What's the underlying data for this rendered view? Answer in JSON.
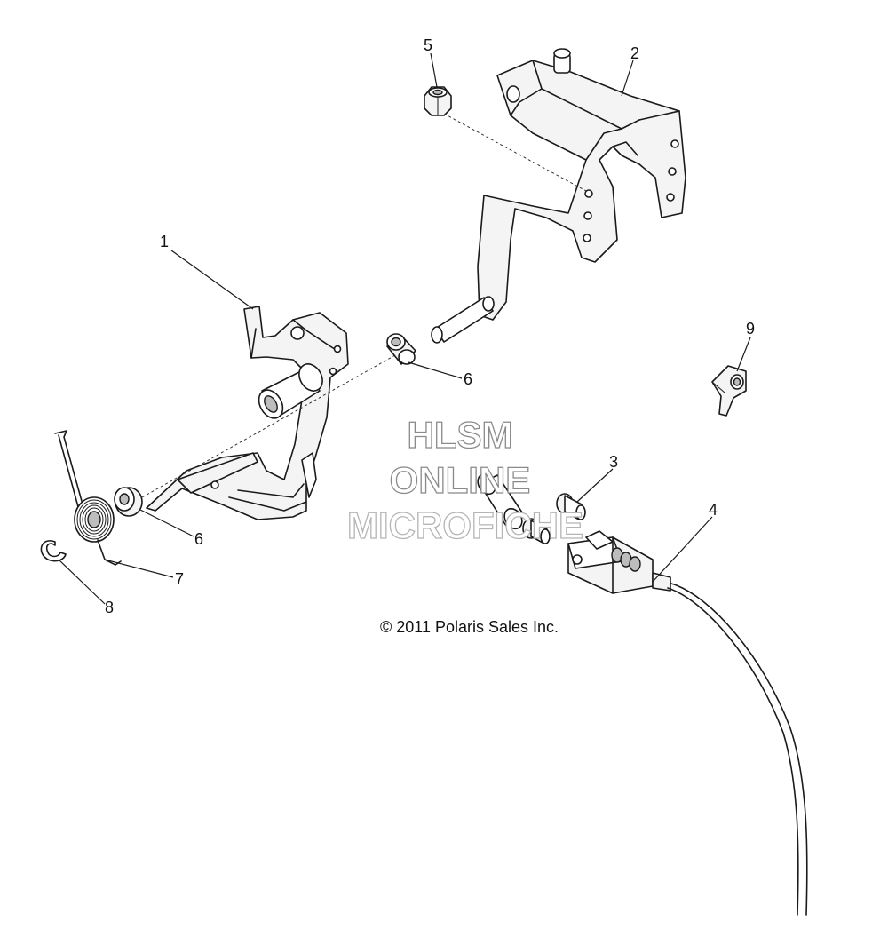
{
  "diagram": {
    "callouts": {
      "c1": "1",
      "c2": "2",
      "c3": "3",
      "c4": "4",
      "c5": "5",
      "c6a": "6",
      "c6b": "6",
      "c7": "7",
      "c8": "8",
      "c9": "9"
    },
    "watermark": {
      "line1": "HLSM",
      "line2": "ONLINE",
      "line3": "MICROFICHE"
    },
    "copyright": "© 2011 Polaris Sales Inc."
  }
}
